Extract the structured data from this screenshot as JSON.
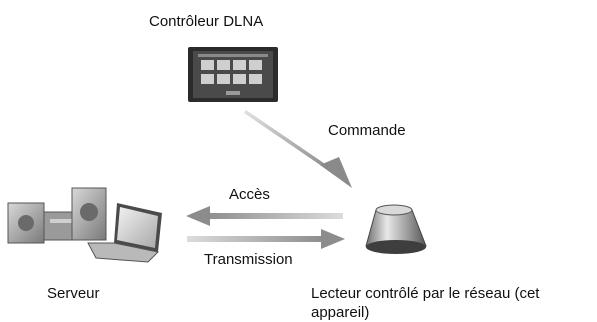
{
  "labels": {
    "controller": "Contrôleur DLNA",
    "command": "Commande",
    "access": "Accès",
    "transmission": "Transmission",
    "server": "Serveur",
    "player": "Lecteur contrôlé par le réseau (cet appareil)"
  },
  "icons": {
    "controller": "tablet-icon",
    "server": "media-server-icon",
    "laptop": "laptop-icon",
    "player": "speaker-icon"
  },
  "colors": {
    "arrow_dark": "#7a7a7a",
    "arrow_light": "#d6d6d6",
    "device_dark": "#333333",
    "device_light": "#bdbdbd"
  }
}
